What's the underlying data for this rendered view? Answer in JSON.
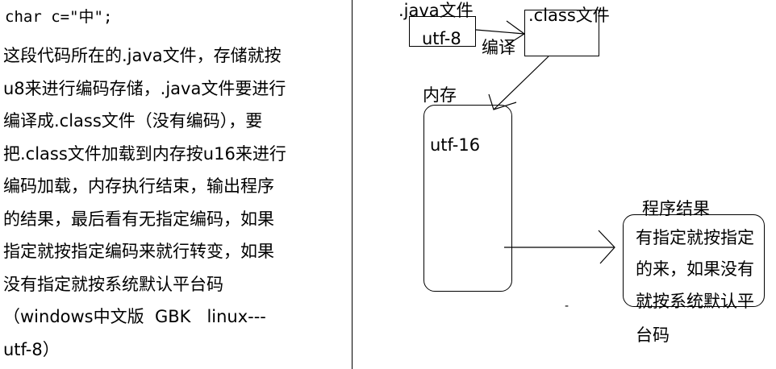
{
  "code": {
    "line": "char c=\"中\";"
  },
  "explanation": {
    "lines": [
      "这段代码所在的.java文件，存储就按",
      "u8来进行编码存储，.java文件要进行",
      "编译成.class文件（没有编码），要",
      "把.class文件加载到内存按u16来进行",
      "编码加载，内存执行结束，输出程序",
      "的结果，最后看有无指定编码，如果",
      "指定就按指定编码来就行转变，如果",
      "没有指定就按系统默认平台码",
      "（windows中文版  GBK   linux---",
      "utf-8）"
    ]
  },
  "diagram": {
    "java_file": {
      "title": ".java文件",
      "encoding": "utf-8"
    },
    "compile_label": "编译",
    "class_file": {
      "title": ".class文件"
    },
    "memory": {
      "title": "内存",
      "encoding": "utf-16"
    },
    "result": {
      "title": "程序结果",
      "lines": [
        "有指定就按指定",
        "的来，如果没有",
        "就按系统默认平",
        "台码"
      ]
    },
    "stray_mark": "-"
  }
}
